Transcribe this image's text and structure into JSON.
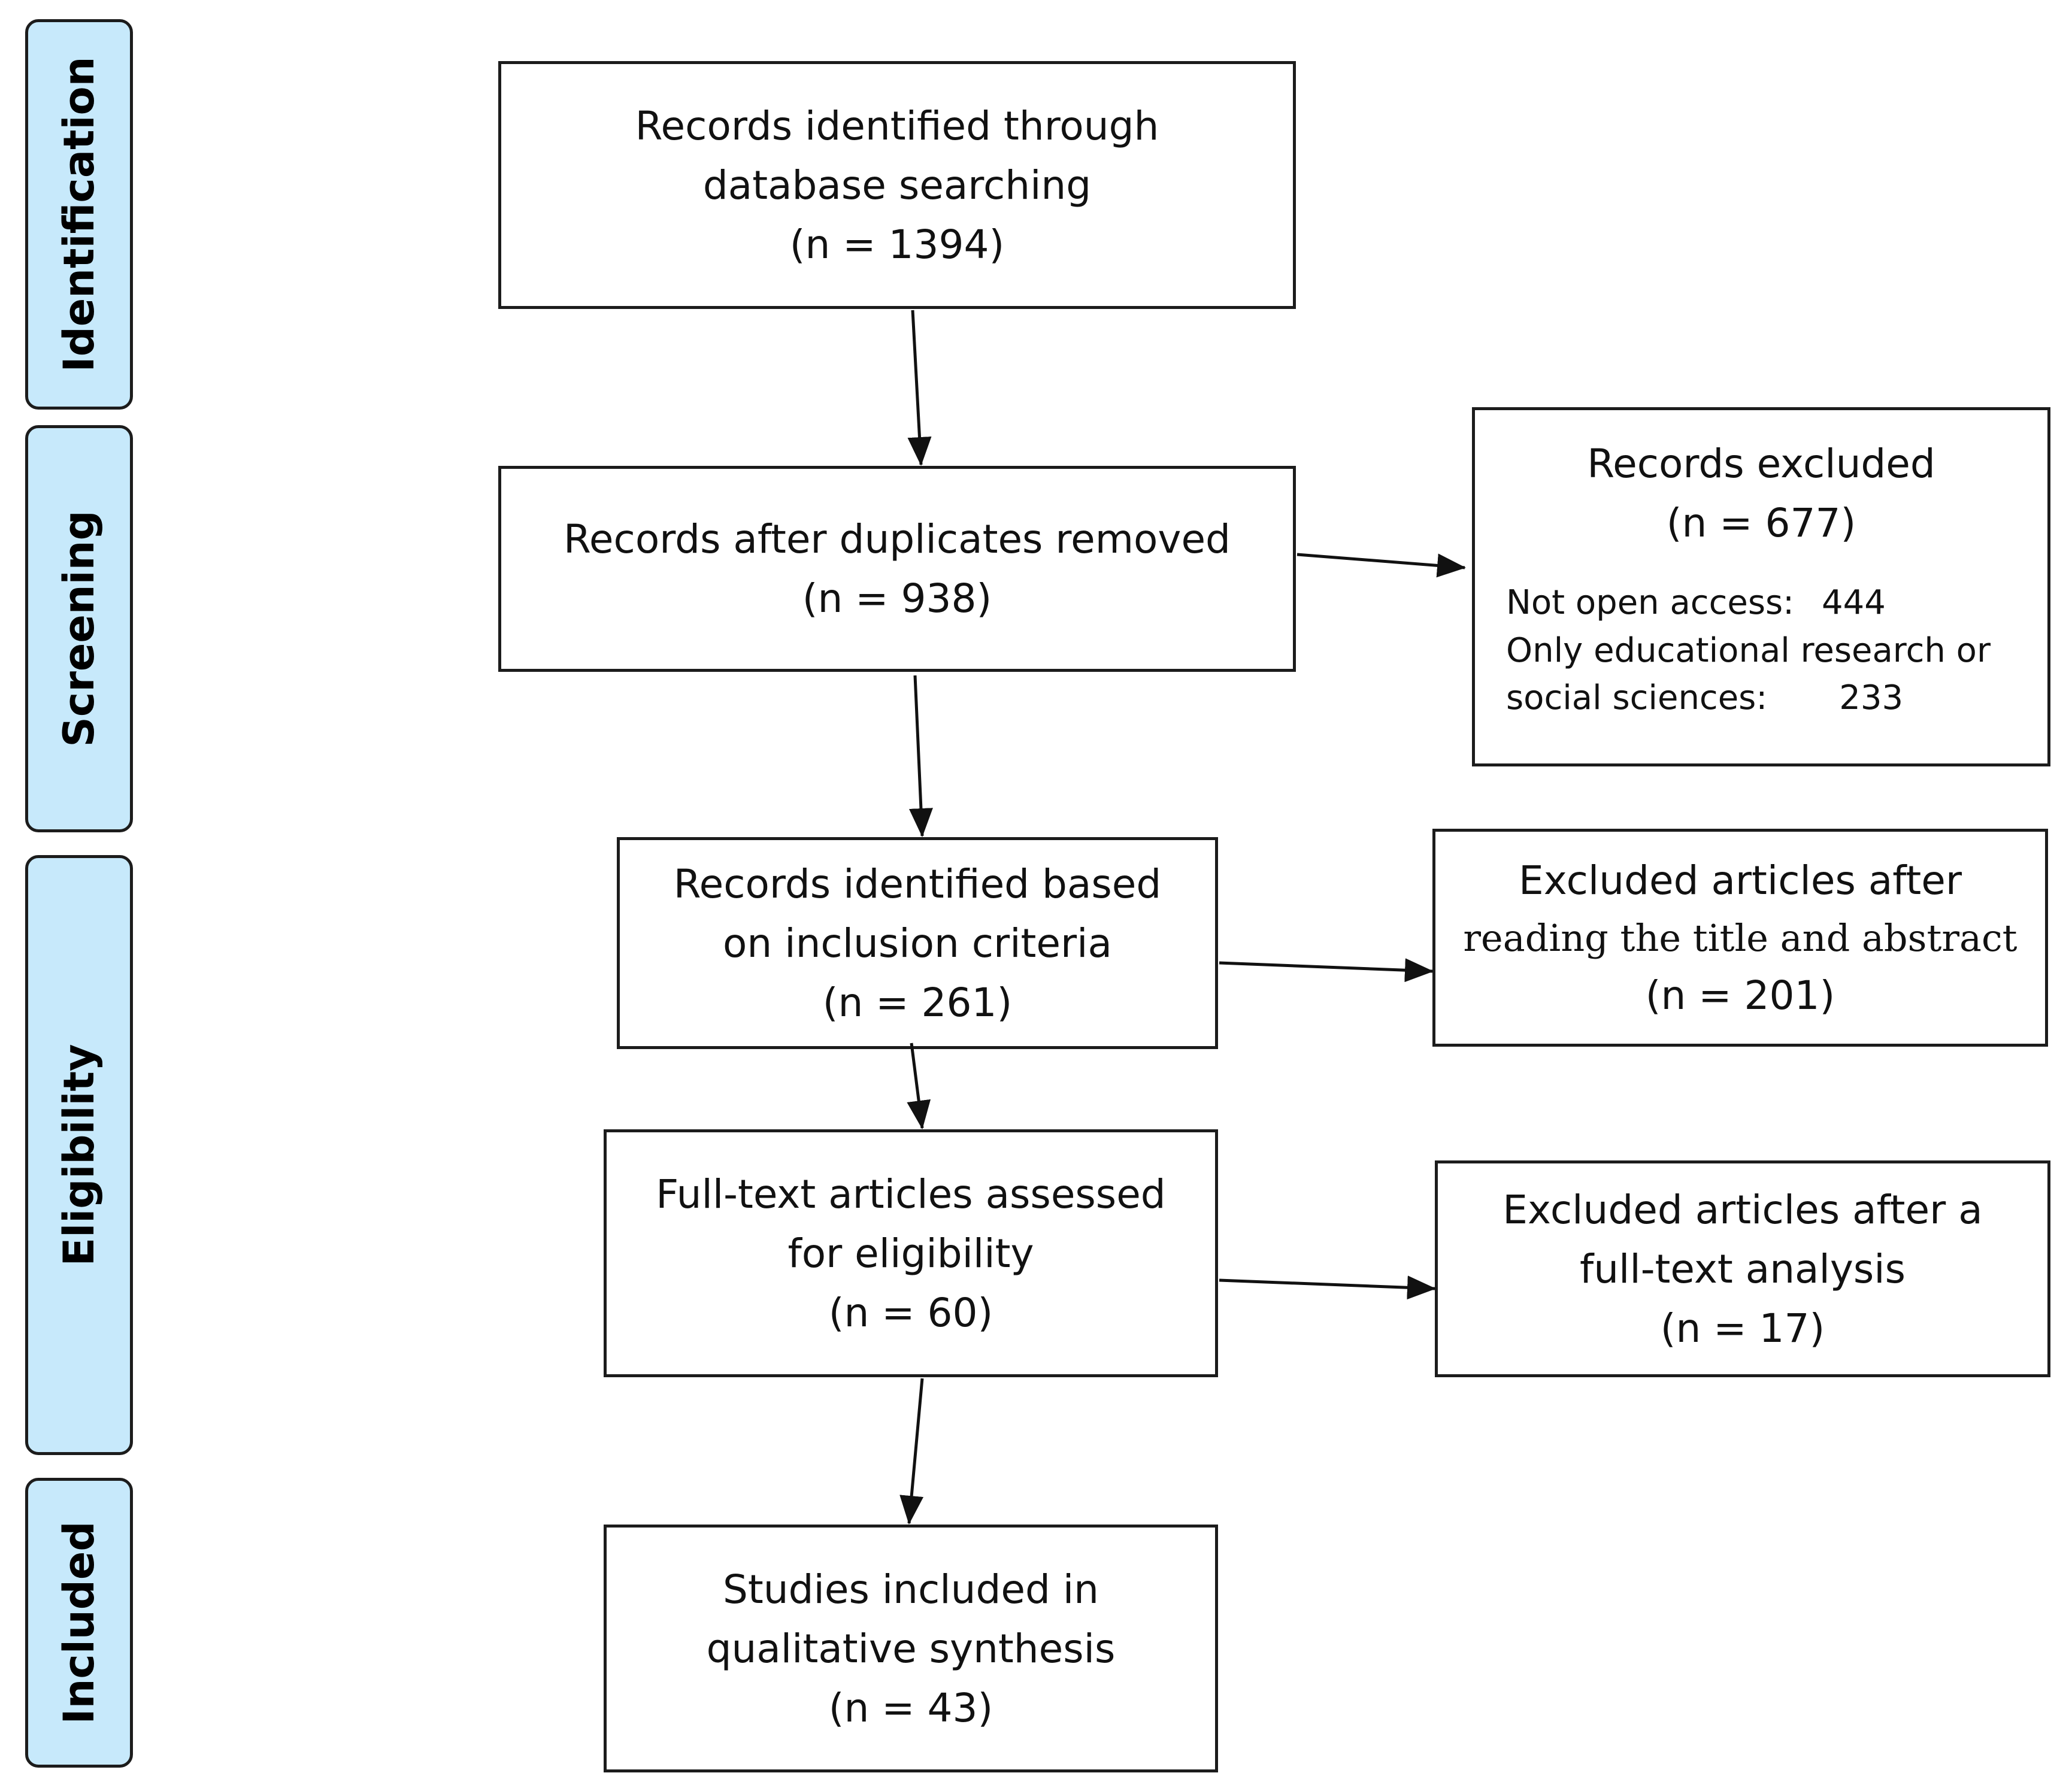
{
  "phases": {
    "identification": "Identification",
    "screening": "Screening",
    "eligibility": "Eligibility",
    "included": "Included"
  },
  "boxes": {
    "identified": {
      "line1": "Records identified through",
      "line2": "database searching",
      "count": "(n =  1394)"
    },
    "duplicates_removed": {
      "line1": "Records after duplicates removed",
      "count": "(n = 938)"
    },
    "records_excluded": {
      "title": "Records excluded",
      "count": "(n = 677)",
      "reason1_label": "Not open access:",
      "reason1_value": "444",
      "reason2_label_line1": "Only educational research or",
      "reason2_label_line2": "social sciences:",
      "reason2_value": "233"
    },
    "inclusion_criteria": {
      "line1": "Records identified based",
      "line2": "on inclusion criteria",
      "count": "(n = 261)"
    },
    "excluded_title_abstract": {
      "line1": "Excluded articles after",
      "line2": "reading the title and abstract",
      "count": "(n = 201)"
    },
    "full_text_assessed": {
      "line1": "Full-text articles assessed",
      "line2": "for eligibility",
      "count": "(n = 60)"
    },
    "excluded_full_text": {
      "line1": "Excluded articles after a",
      "line2": "full-text analysis",
      "count": "(n =  17)"
    },
    "included_studies": {
      "line1": "Studies included in",
      "line2": "qualitative synthesis",
      "count": "(n = 43)"
    }
  },
  "colors": {
    "phase_fill": "#c7e9fb",
    "border": "#1c1c1c"
  }
}
